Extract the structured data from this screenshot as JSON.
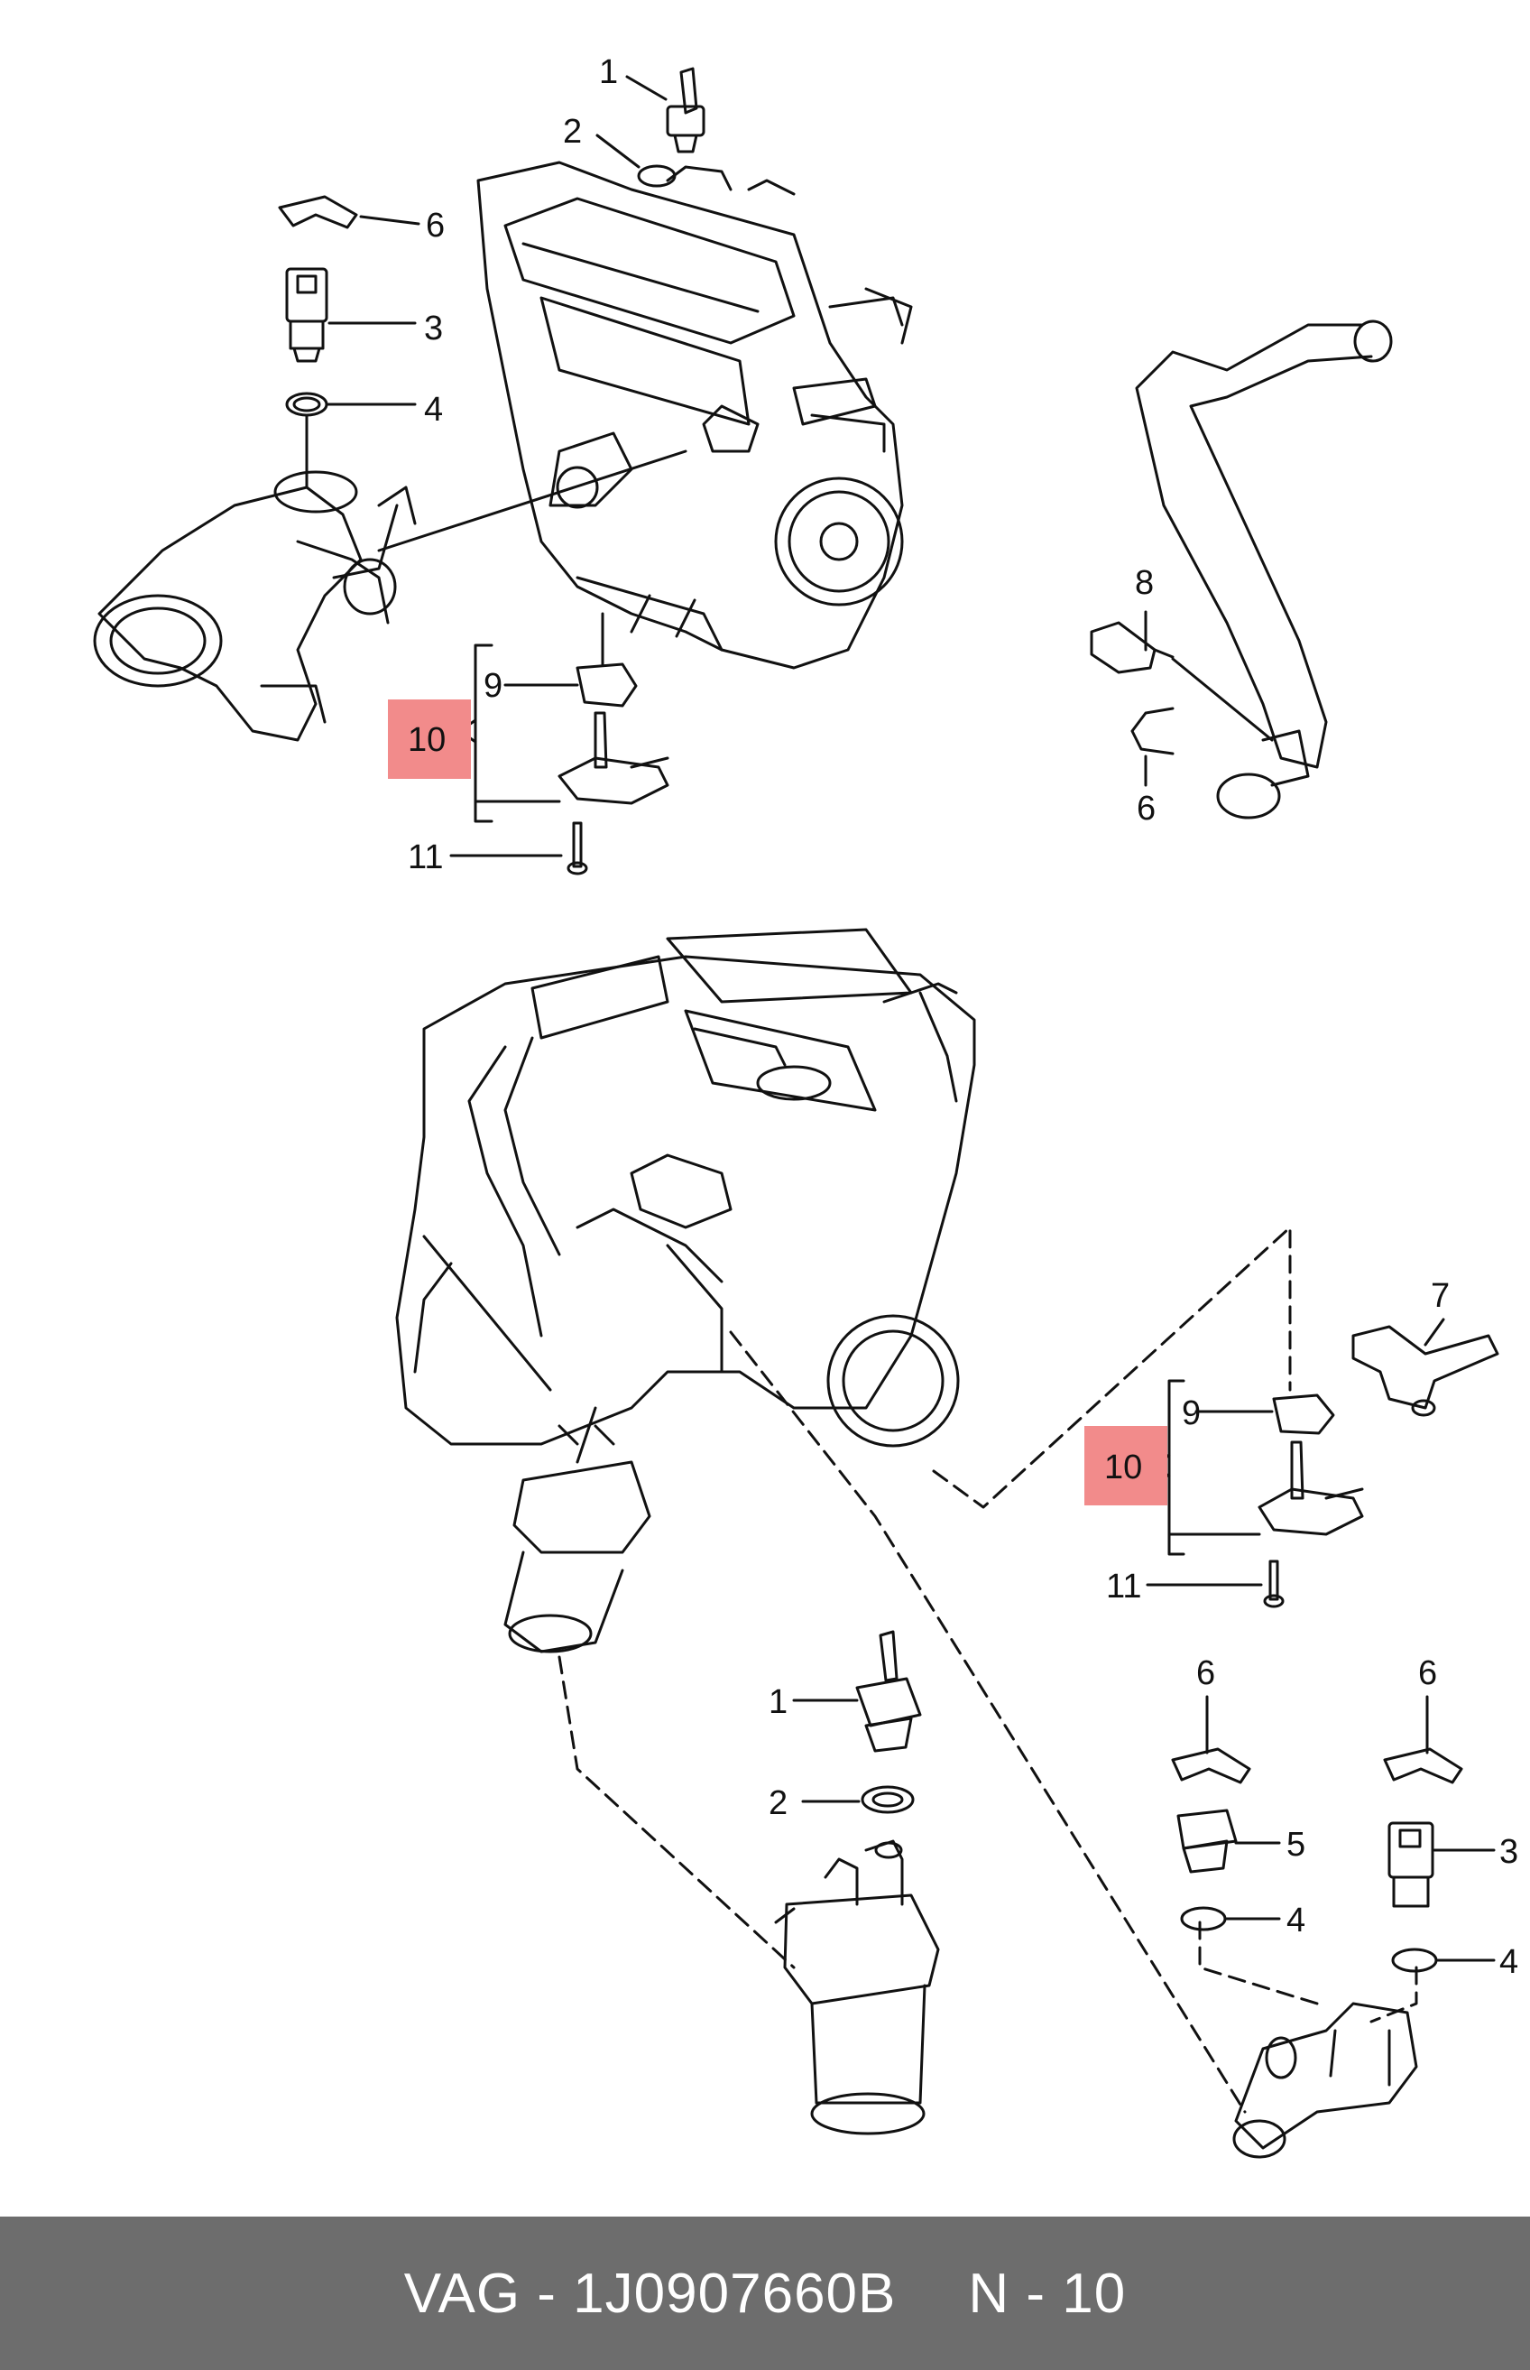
{
  "callouts": {
    "top_1": "1",
    "top_2": "2",
    "top_3": "3",
    "top_4": "4",
    "top_6a": "6",
    "top_8": "8",
    "top_6b": "6",
    "top_9": "9",
    "top_10": "10",
    "top_11": "11",
    "bot_7": "7",
    "bot_9": "9",
    "bot_10": "10",
    "bot_11": "11",
    "bot_1": "1",
    "bot_2": "2",
    "bot_6a": "6",
    "bot_5": "5",
    "bot_4a": "4",
    "bot_6b": "6",
    "bot_3": "3",
    "bot_4b": "4"
  },
  "highlight_color": "#f28b8b",
  "footer": {
    "part": "VAG - 1J0907660B",
    "ref": "N - 10"
  }
}
